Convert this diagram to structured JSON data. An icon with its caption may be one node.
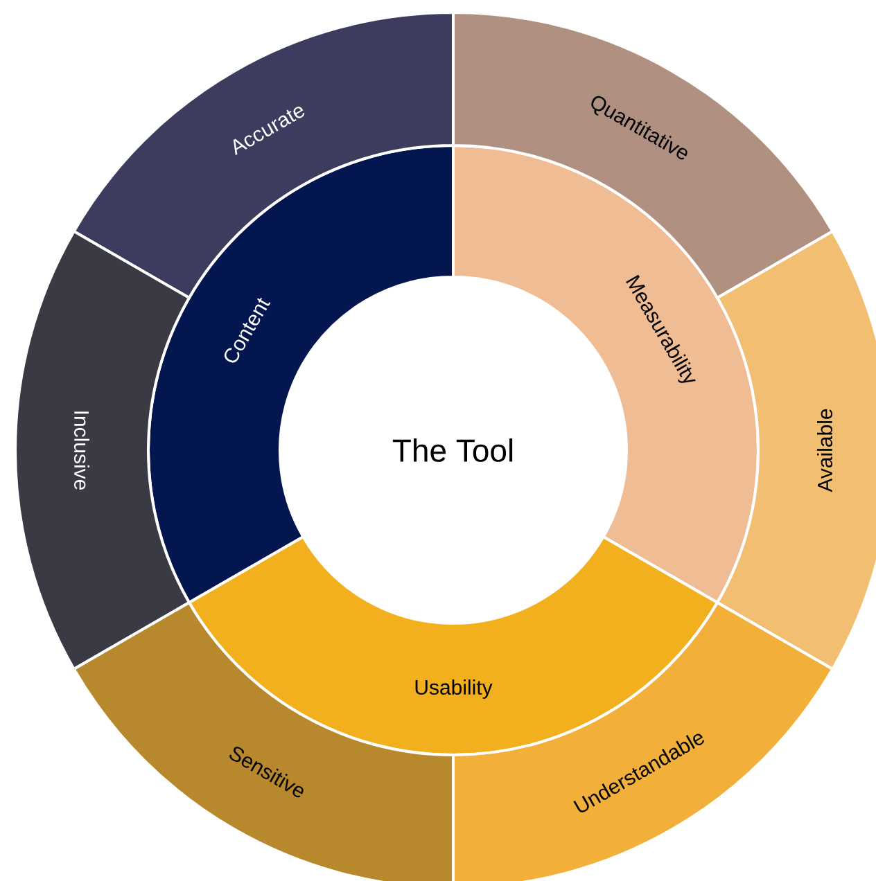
{
  "diagram": {
    "nodes": [
      {
        "text": [
          "The Tool"
        ]
      },
      {
        "text": [
          "Content"
        ]
      },
      {
        "text": [
          "Measurability"
        ]
      },
      {
        "text": [
          "Usability"
        ]
      },
      {
        "text": [
          "Accurate"
        ]
      },
      {
        "text": [
          "Quantitative"
        ]
      },
      {
        "text": [
          "Inclusive"
        ]
      },
      {
        "text": [
          "Available"
        ]
      },
      {
        "text": [
          "Sensitive"
        ]
      },
      {
        "text": [
          "Understandable"
        ]
      }
    ]
  }
}
